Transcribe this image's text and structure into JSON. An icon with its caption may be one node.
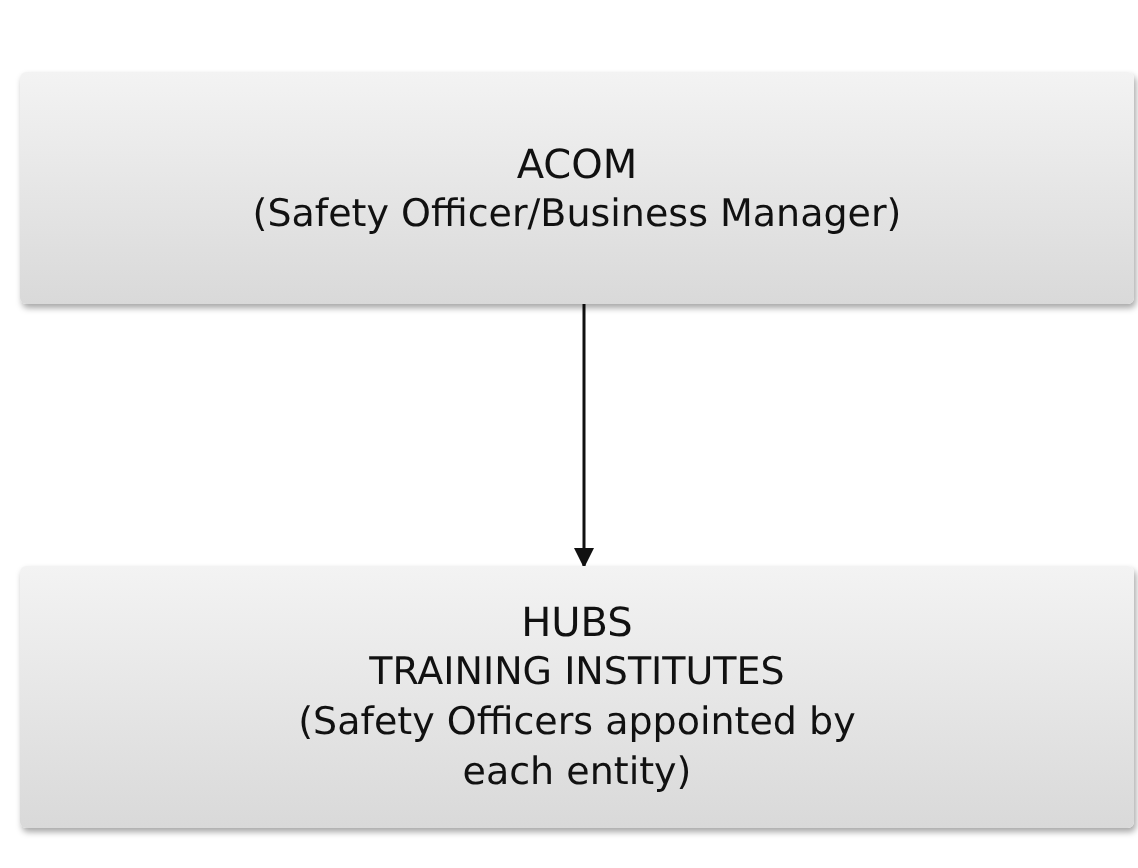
{
  "diagram": {
    "nodes": [
      {
        "text": [
          "ACOM",
          "(Safety Officer/Business Manager)"
        ]
      },
      {
        "text": [
          "HUBS",
          "TRAINING INSTITUTES",
          "(Safety Officers appointed by each entity)"
        ]
      }
    ],
    "edges": [
      {
        "from": 0,
        "to": 1,
        "arrow": "to"
      }
    ]
  }
}
